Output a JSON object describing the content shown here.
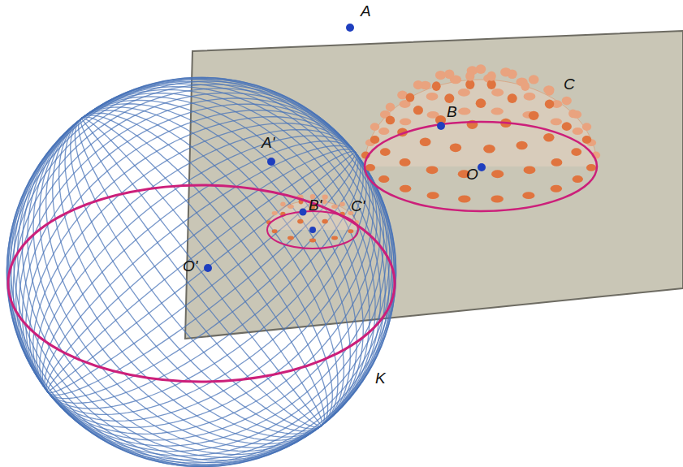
{
  "diagram": {
    "labels": [
      "A",
      "A'",
      "B",
      "B'",
      "C",
      "C'",
      "O",
      "O'",
      "K"
    ]
  }
}
